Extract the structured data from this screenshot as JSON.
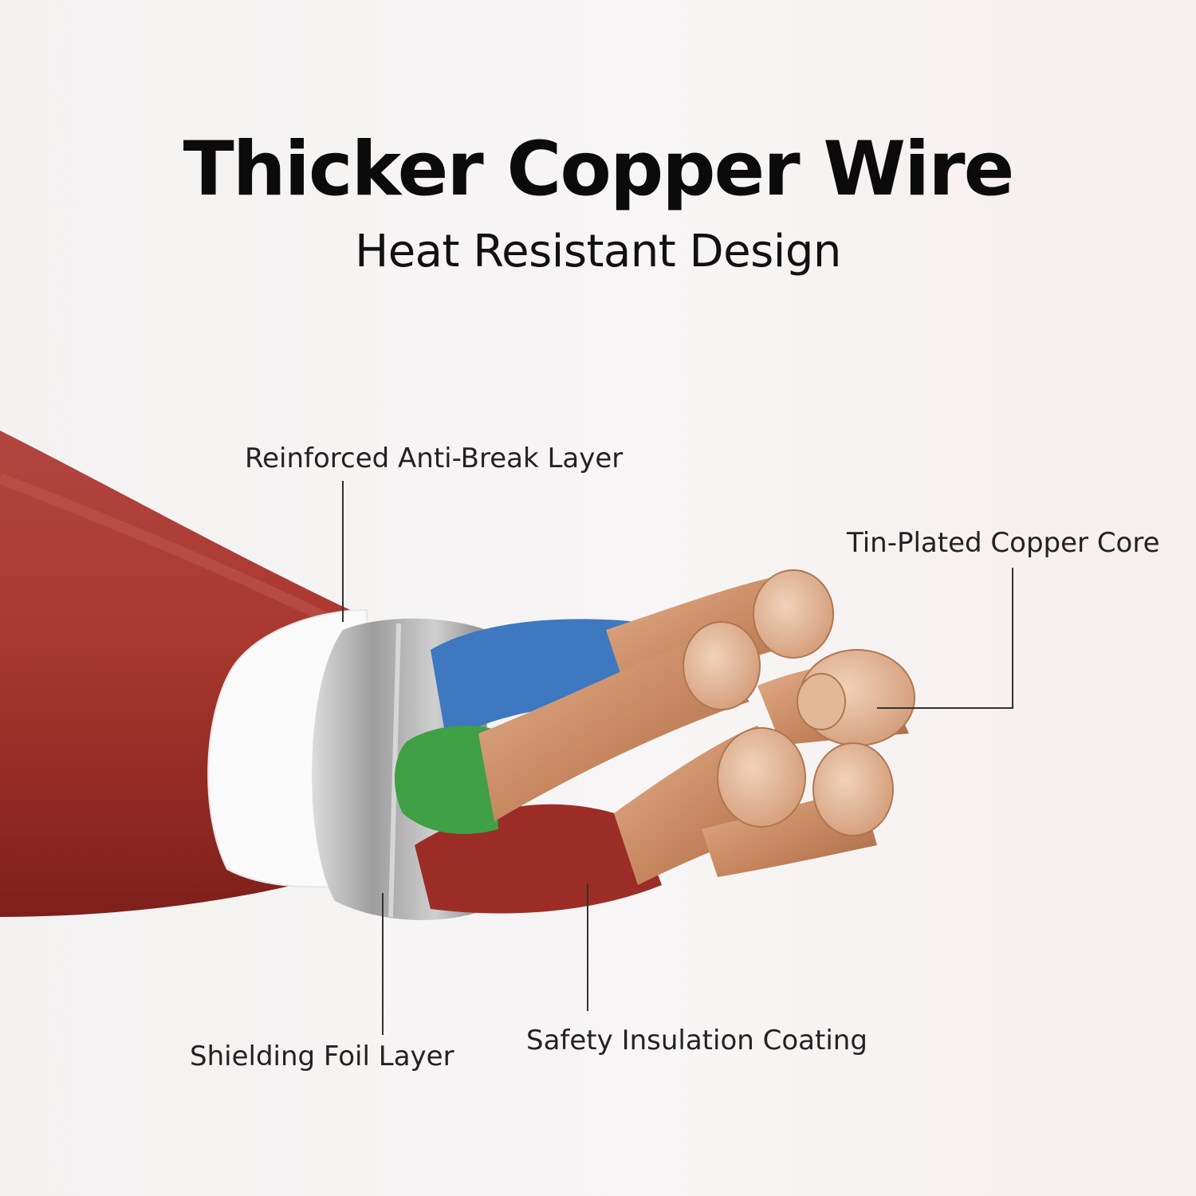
{
  "header": {
    "title": "Thicker Copper Wire",
    "subtitle": "Heat Resistant Design"
  },
  "callouts": {
    "anti_break": "Reinforced Anti-Break Layer",
    "copper_core": "Tin-Plated Copper Core",
    "shielding": "Shielding Foil Layer",
    "insulation": "Safety Insulation Coating"
  },
  "colors": {
    "jacket": "#a83a35",
    "braid": "#ffffff",
    "foil": "#b9b9b9",
    "blue_insulation": "#3e78c0",
    "green_insulation": "#3fa046",
    "red_insulation": "#9c2d26",
    "copper": "#c98a62"
  }
}
